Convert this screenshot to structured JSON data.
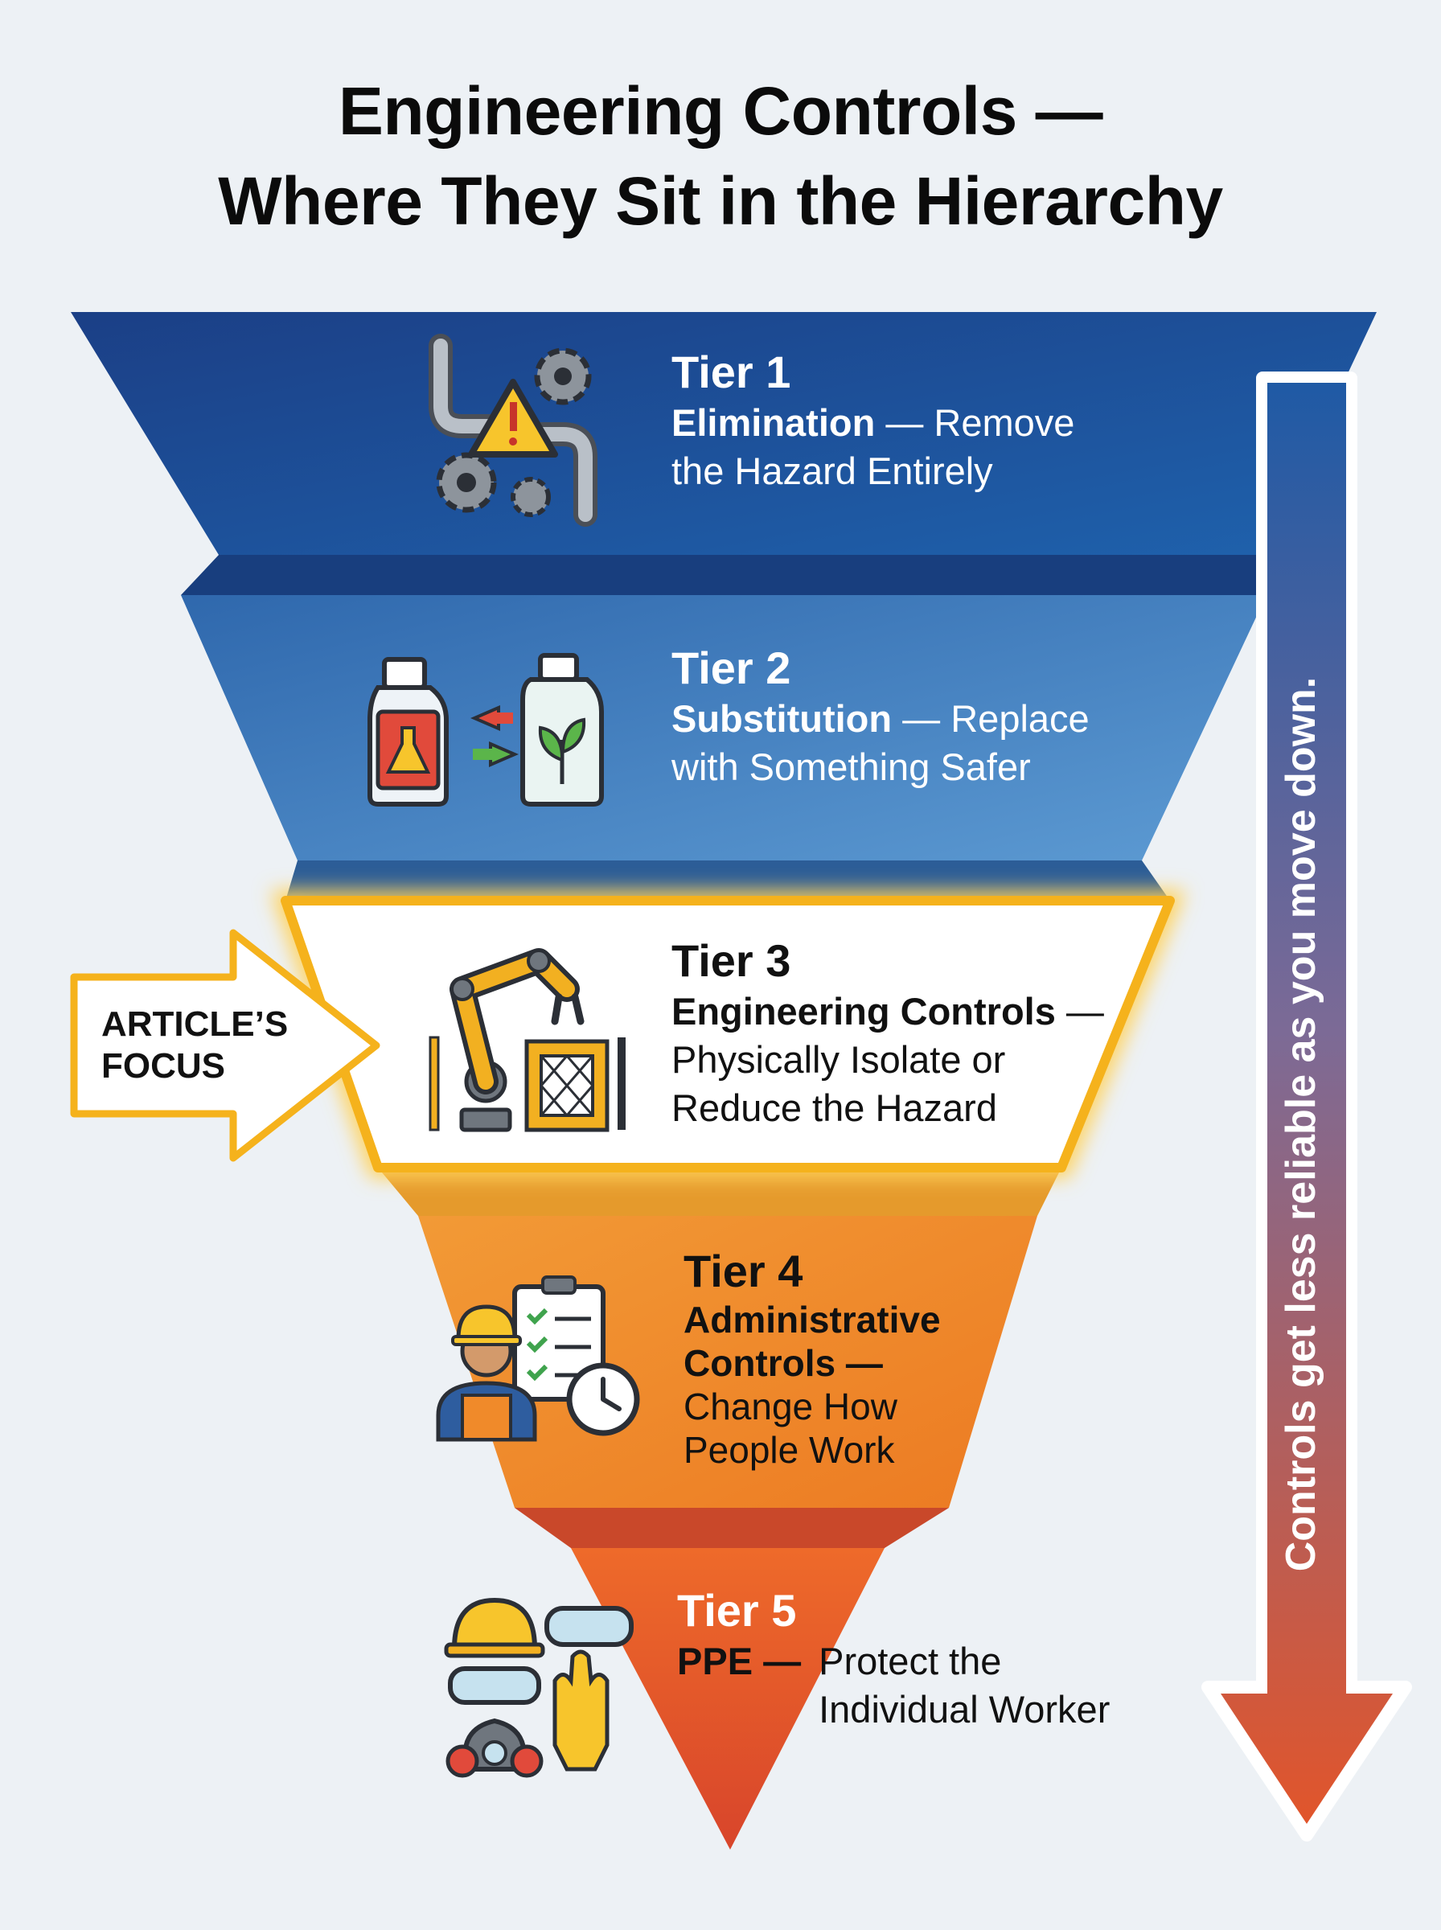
{
  "title": {
    "line1": "Engineering Controls —",
    "line2": "Where They Sit in the Hierarchy"
  },
  "tiers": [
    {
      "tier": "Tier 1",
      "name": "Elimination",
      "sep": " — ",
      "desc": "Remove the Hazard Entirely",
      "color": "#1d4f98",
      "icon": "pipes-warning-gears-icon"
    },
    {
      "tier": "Tier 2",
      "name": "Substitution",
      "sep": " — ",
      "desc": "Replace with Something Safer",
      "color": "#3e7ec0",
      "icon": "chemical-swap-bottles-icon"
    },
    {
      "tier": "Tier 3",
      "name": "Engineering Controls",
      "sep": " —",
      "desc": "Physically Isolate or Reduce the Hazard",
      "color": "#ffffff",
      "icon": "robot-arm-guard-icon"
    },
    {
      "tier": "Tier 4",
      "name": "Administrative Controls",
      "sep": " —",
      "desc": "Change How People Work",
      "color": "#f08a2a",
      "icon": "worker-checklist-clock-icon"
    },
    {
      "tier": "Tier 5",
      "name": "PPE",
      "sep": " —",
      "desc": "Protect the Individual Worker",
      "color": "#e0552c",
      "icon": "ppe-gear-icon"
    }
  ],
  "callout": {
    "line1": "ARTICLE’S",
    "line2": "FOCUS",
    "border_color": "#f5b21c"
  },
  "side_arrow": {
    "label": "Controls get less reliable as you move down."
  }
}
